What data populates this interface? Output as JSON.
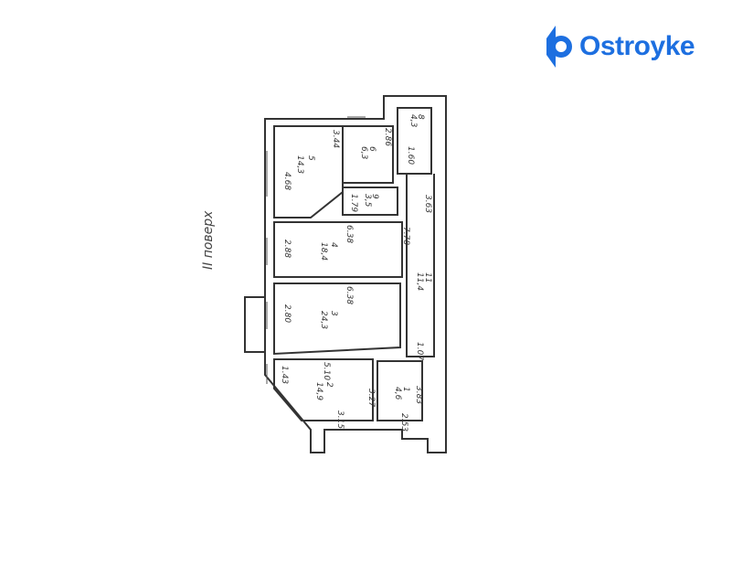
{
  "brand": {
    "name": "Ostroyke",
    "color": "#1d6fe0",
    "icon": "ostroyke-logo-icon"
  },
  "plan": {
    "floor_label": "ІІ поверх",
    "rooms": [
      {
        "number": "5",
        "area": "14,3"
      },
      {
        "number": "6",
        "area": "6,3"
      },
      {
        "number": "8",
        "area": "4,3"
      },
      {
        "number": "9",
        "area": "3,5"
      },
      {
        "number": "4",
        "area": "18,4"
      },
      {
        "number": "3",
        "area": "24,3"
      },
      {
        "number": "2",
        "area": "14,9"
      },
      {
        "number": "1",
        "area": "4,6"
      },
      {
        "number": "11",
        "area": "11,4"
      }
    ],
    "dimensions": [
      "4.68",
      "3.44",
      "2.88",
      "6.38",
      "6.38",
      "2.80",
      "1.43",
      "5.10",
      "3.27",
      "3.15",
      "2.53",
      "3.83",
      "1.07",
      "3.63",
      "7.78",
      "1.79",
      "2.86",
      "1.60"
    ]
  }
}
